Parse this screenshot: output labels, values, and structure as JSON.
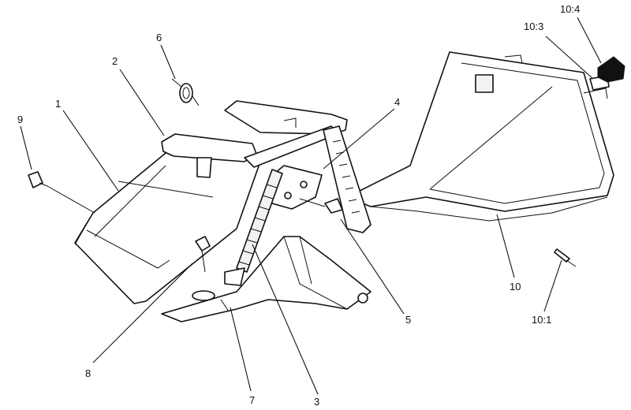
{
  "callouts": {
    "c1": "1",
    "c2": "2",
    "c3": "3",
    "c4": "4",
    "c5": "5",
    "c6": "6",
    "c7": "7",
    "c8": "8",
    "c9": "9",
    "c10": "10",
    "c10_1": "10:1",
    "c10_3": "10:3",
    "c10_4": "10:4"
  },
  "colors": {
    "line": "#111111",
    "background": "#ffffff",
    "grip": "#111111"
  }
}
